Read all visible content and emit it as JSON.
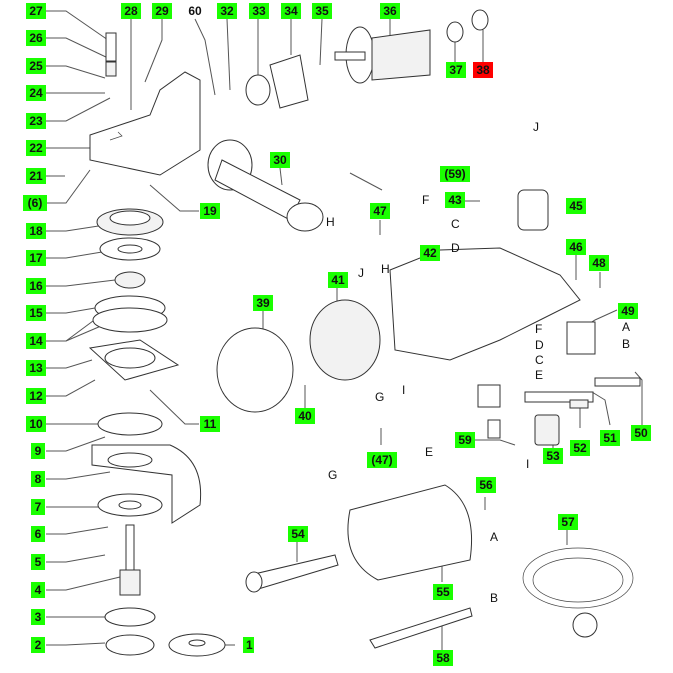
{
  "diagram": {
    "title": "",
    "type": "exploded-parts-view",
    "subject": "angle grinder",
    "label_colors": {
      "default": "#1aff00",
      "highlighted": "#ff0000"
    },
    "part_labels": [
      {
        "id": "27",
        "text": "27",
        "style": "green"
      },
      {
        "id": "26",
        "text": "26",
        "style": "green"
      },
      {
        "id": "25",
        "text": "25",
        "style": "green"
      },
      {
        "id": "24",
        "text": "24",
        "style": "green"
      },
      {
        "id": "23",
        "text": "23",
        "style": "green"
      },
      {
        "id": "22",
        "text": "22",
        "style": "green"
      },
      {
        "id": "21",
        "text": "21",
        "style": "green"
      },
      {
        "id": "6p",
        "text": "(6)",
        "style": "green"
      },
      {
        "id": "18",
        "text": "18",
        "style": "green"
      },
      {
        "id": "17",
        "text": "17",
        "style": "green"
      },
      {
        "id": "16",
        "text": "16",
        "style": "green"
      },
      {
        "id": "15",
        "text": "15",
        "style": "green"
      },
      {
        "id": "14",
        "text": "14",
        "style": "green"
      },
      {
        "id": "13",
        "text": "13",
        "style": "green"
      },
      {
        "id": "12",
        "text": "12",
        "style": "green"
      },
      {
        "id": "10",
        "text": "10",
        "style": "green"
      },
      {
        "id": "9",
        "text": "9",
        "style": "green"
      },
      {
        "id": "8",
        "text": "8",
        "style": "green"
      },
      {
        "id": "7",
        "text": "7",
        "style": "green"
      },
      {
        "id": "6",
        "text": "6",
        "style": "green"
      },
      {
        "id": "5",
        "text": "5",
        "style": "green"
      },
      {
        "id": "4",
        "text": "4",
        "style": "green"
      },
      {
        "id": "3",
        "text": "3",
        "style": "green"
      },
      {
        "id": "2",
        "text": "2",
        "style": "green"
      },
      {
        "id": "1",
        "text": "1",
        "style": "green"
      },
      {
        "id": "11",
        "text": "11",
        "style": "green"
      },
      {
        "id": "19",
        "text": "19",
        "style": "green"
      },
      {
        "id": "28",
        "text": "28",
        "style": "green"
      },
      {
        "id": "29",
        "text": "29",
        "style": "green"
      },
      {
        "id": "60",
        "text": "60",
        "style": "plain"
      },
      {
        "id": "32",
        "text": "32",
        "style": "green"
      },
      {
        "id": "33",
        "text": "33",
        "style": "green"
      },
      {
        "id": "34",
        "text": "34",
        "style": "green"
      },
      {
        "id": "35",
        "text": "35",
        "style": "green"
      },
      {
        "id": "36",
        "text": "36",
        "style": "green"
      },
      {
        "id": "37",
        "text": "37",
        "style": "green"
      },
      {
        "id": "38",
        "text": "38",
        "style": "red"
      },
      {
        "id": "30",
        "text": "30",
        "style": "green"
      },
      {
        "id": "59p",
        "text": "(59)",
        "style": "green"
      },
      {
        "id": "43",
        "text": "43",
        "style": "green"
      },
      {
        "id": "45",
        "text": "45",
        "style": "green"
      },
      {
        "id": "47",
        "text": "47",
        "style": "green"
      },
      {
        "id": "42",
        "text": "42",
        "style": "green"
      },
      {
        "id": "46",
        "text": "46",
        "style": "green"
      },
      {
        "id": "48",
        "text": "48",
        "style": "green"
      },
      {
        "id": "49",
        "text": "49",
        "style": "green"
      },
      {
        "id": "41",
        "text": "41",
        "style": "green"
      },
      {
        "id": "39",
        "text": "39",
        "style": "green"
      },
      {
        "id": "40",
        "text": "40",
        "style": "green"
      },
      {
        "id": "47p",
        "text": "(47)",
        "style": "green"
      },
      {
        "id": "59",
        "text": "59",
        "style": "green"
      },
      {
        "id": "53",
        "text": "53",
        "style": "green"
      },
      {
        "id": "52",
        "text": "52",
        "style": "green"
      },
      {
        "id": "51",
        "text": "51",
        "style": "green"
      },
      {
        "id": "50",
        "text": "50",
        "style": "green"
      },
      {
        "id": "56",
        "text": "56",
        "style": "green"
      },
      {
        "id": "57",
        "text": "57",
        "style": "green"
      },
      {
        "id": "54",
        "text": "54",
        "style": "green"
      },
      {
        "id": "55",
        "text": "55",
        "style": "green"
      },
      {
        "id": "58",
        "text": "58",
        "style": "green"
      }
    ],
    "wire_letters": [
      {
        "id": "J1",
        "text": "J"
      },
      {
        "id": "F1",
        "text": "F"
      },
      {
        "id": "H1",
        "text": "H"
      },
      {
        "id": "C1",
        "text": "C"
      },
      {
        "id": "D1",
        "text": "D"
      },
      {
        "id": "J2",
        "text": "J"
      },
      {
        "id": "H2",
        "text": "H"
      },
      {
        "id": "I1",
        "text": "I"
      },
      {
        "id": "G1",
        "text": "G"
      },
      {
        "id": "F2",
        "text": "F"
      },
      {
        "id": "D2",
        "text": "D"
      },
      {
        "id": "C2",
        "text": "C"
      },
      {
        "id": "E2",
        "text": "E"
      },
      {
        "id": "A2",
        "text": "A"
      },
      {
        "id": "B2",
        "text": "B"
      },
      {
        "id": "G2",
        "text": "G"
      },
      {
        "id": "E3",
        "text": "E"
      },
      {
        "id": "I2",
        "text": "I"
      },
      {
        "id": "A3",
        "text": "A"
      },
      {
        "id": "B3",
        "text": "B"
      }
    ]
  }
}
